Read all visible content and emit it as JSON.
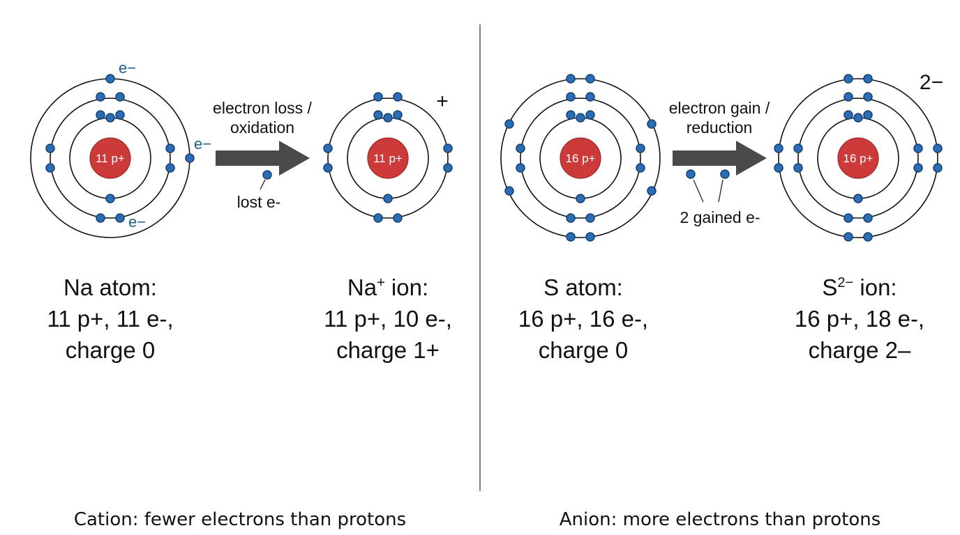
{
  "na_atom": {
    "nucleus_label": "11 p+",
    "electron_labels": [
      "e−",
      "e−",
      "e−"
    ],
    "caption": {
      "line1": "Na atom:",
      "line2": "11 p+, 11 e-,",
      "line3": "charge 0"
    }
  },
  "na_ion": {
    "nucleus_label": "11 p+",
    "charge_symbol": "+",
    "caption": {
      "line1_main": "Na",
      "line1_sup": "+",
      "line1_rest": " ion:",
      "line2": "11 p+, 10 e-,",
      "line3": "charge 1+"
    }
  },
  "oxidation_arrow": {
    "label_line1": "electron loss /",
    "label_line2": "oxidation",
    "electron_note": "lost e-"
  },
  "s_atom": {
    "nucleus_label": "16 p+",
    "caption": {
      "line1": "S atom:",
      "line2": "16 p+, 16 e-,",
      "line3": "charge 0"
    }
  },
  "s_ion": {
    "nucleus_label": "16 p+",
    "charge_symbol": "2−",
    "caption": {
      "line1_main": "S",
      "line1_sup": "2−",
      "line1_rest": " ion:",
      "line2": "16 p+, 18 e-,",
      "line3": "charge 2–"
    }
  },
  "reduction_arrow": {
    "label_line1": "electron gain /",
    "label_line2": "reduction",
    "electron_note": "2 gained e-"
  },
  "footer": {
    "left": "Cation: fewer electrons than protons",
    "right": "Anion: more electrons than protons"
  },
  "colors": {
    "electron": "#2b6cb5",
    "nucleus": "#cc3b3a",
    "arrow": "#4a4a4a",
    "electron_label": "#1f5e8e"
  }
}
